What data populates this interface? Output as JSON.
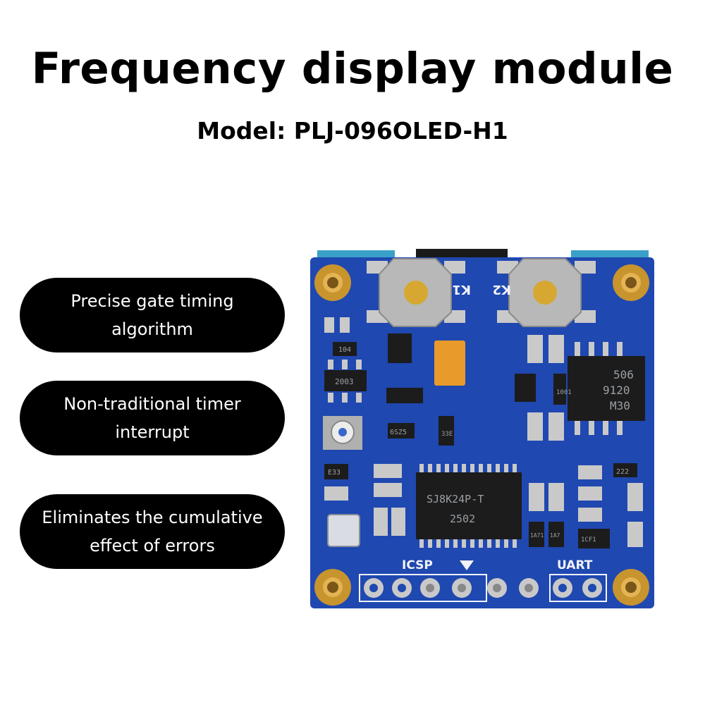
{
  "header": {
    "title": "Frequency display module",
    "subtitle": "Model: PLJ-096OLED-H1"
  },
  "features": [
    {
      "text": "Precise gate timing\nalgorithm"
    },
    {
      "text": "Non-traditional timer\ninterrupt"
    },
    {
      "text": "Eliminates the cumulative\neffect of errors"
    }
  ],
  "board": {
    "button_labels": [
      "K2",
      "K1"
    ],
    "header_labels": [
      "ICSP",
      "UART"
    ],
    "main_chip_marking": [
      "SJ8K24P-T",
      "2502"
    ],
    "side_chip_marking": [
      "506",
      "9120",
      "M30"
    ],
    "component_codes": [
      "104",
      "2003",
      "6SZ5",
      "33E",
      "E33",
      "222",
      "1001",
      "1CF1",
      "1A71",
      "1A7"
    ],
    "colors": {
      "pcb": "#1f48b0",
      "gold": "#c8942e",
      "chip": "#1c1c1c"
    }
  }
}
